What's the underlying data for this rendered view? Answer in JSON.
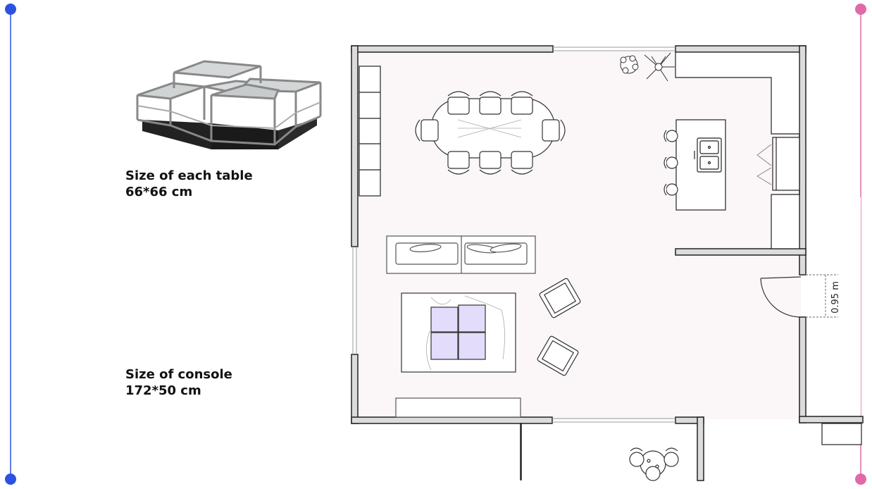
{
  "labels": {
    "tables_title": "Size of each table",
    "tables_size": "66*66 cm",
    "console_title": "Size of console",
    "console_size": "172*50 cm"
  },
  "plan": {
    "door_dimension": "0.95 m"
  },
  "colors": {
    "frame_left": "#2b52e0",
    "frame_right": "#e06aa8",
    "wall": "#dcdcdc",
    "floor": "#fbf7f9",
    "cushion": "#e3dcfb"
  },
  "icons": [
    "coffee-tables-photo",
    "dining-table-icon",
    "sofa-icon",
    "armchair-icon",
    "plant-icon",
    "sink-icon",
    "door-icon"
  ]
}
